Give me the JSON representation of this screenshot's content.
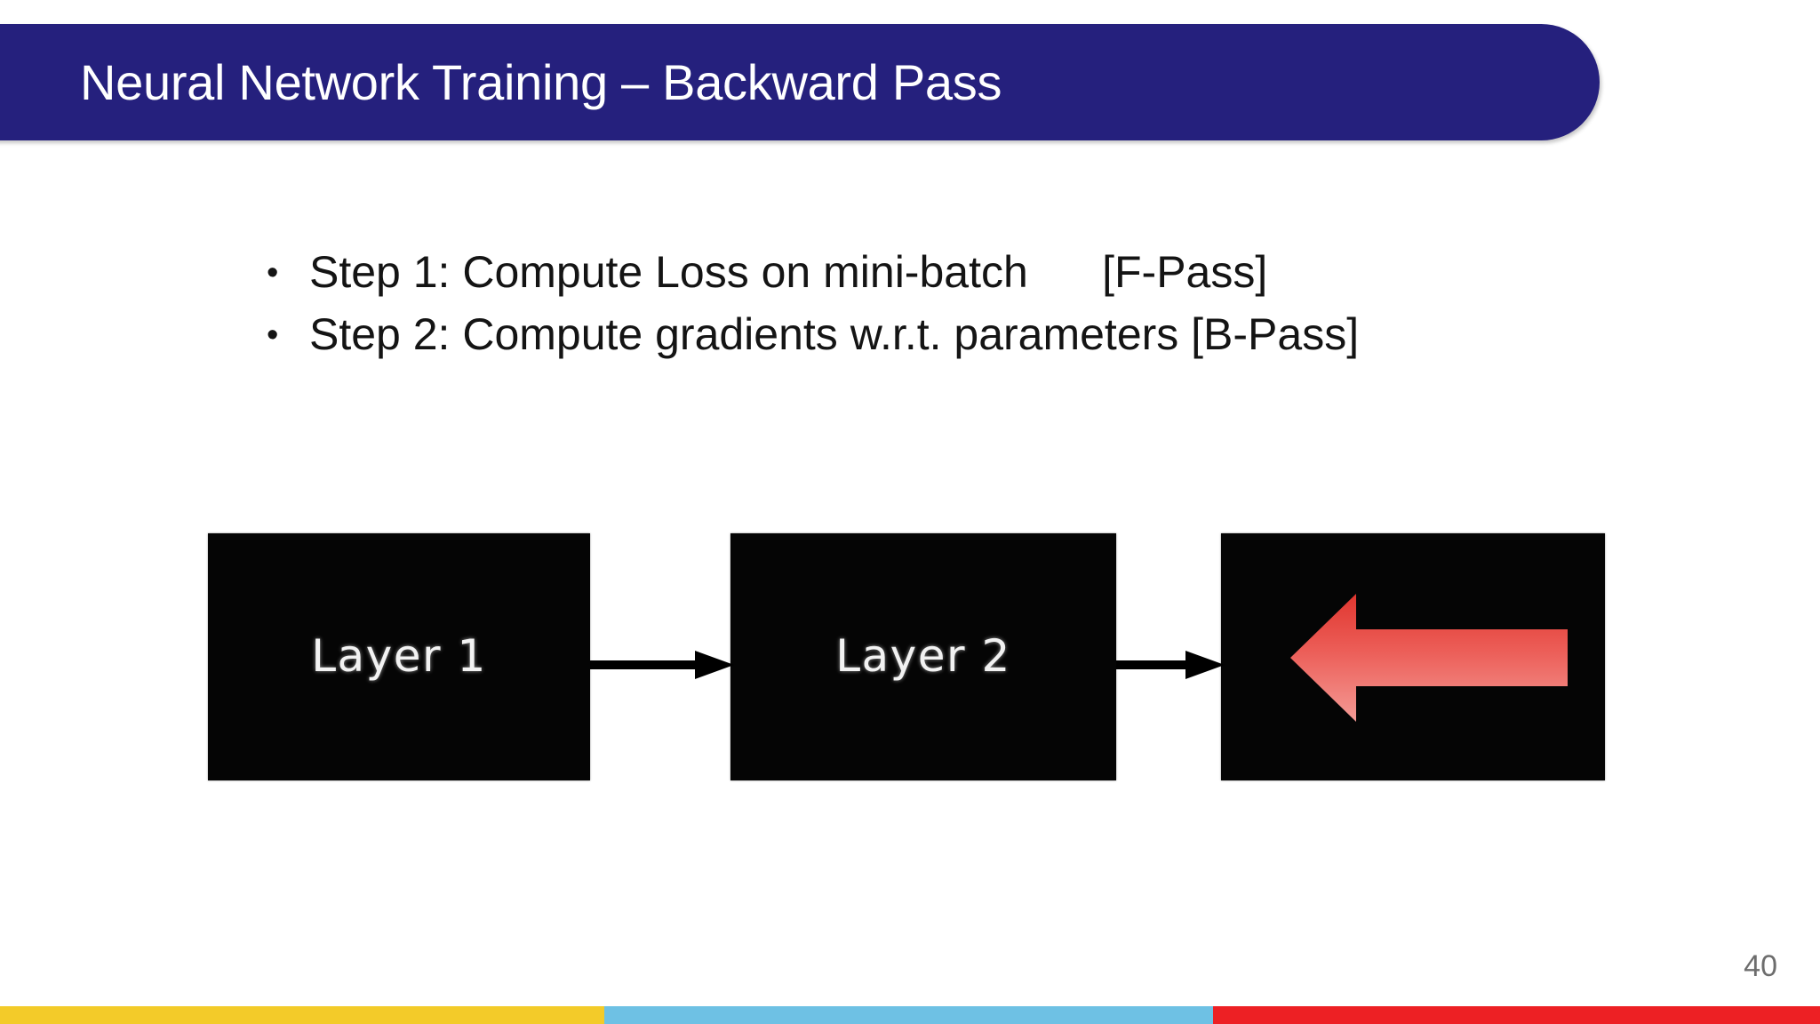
{
  "slide": {
    "page_number": "40",
    "background_color": "#ffffff"
  },
  "title": {
    "text": "Neural Network Training – Backward Pass",
    "bar_color": "#25207D",
    "text_color": "#ffffff"
  },
  "content": {
    "bullets": [
      {
        "marker": "•",
        "text": "Step 1: Compute Loss on mini-batch      [F-Pass]"
      },
      {
        "marker": "•",
        "text": "Step 2: Compute gradients w.r.t. parameters [B-Pass]"
      }
    ]
  },
  "diagram": {
    "box_color": "#050505",
    "label_color": "#f2f2f2",
    "connector_color": "#000000",
    "boxes": [
      {
        "label": "Layer 1",
        "name": "layer-1-box"
      },
      {
        "label": "Layer 2",
        "name": "layer-2-box"
      },
      {
        "label": "",
        "name": "backward-arrow-box"
      }
    ],
    "backward_arrow": {
      "direction": "left",
      "gradient_top": "#E5413B",
      "gradient_bottom": "#F2928C"
    }
  },
  "footer": {
    "segments": [
      {
        "name": "yellow",
        "color": "#F3CB29"
      },
      {
        "name": "blue",
        "color": "#6EC1E4"
      },
      {
        "name": "red",
        "color": "#ED2024"
      }
    ]
  }
}
